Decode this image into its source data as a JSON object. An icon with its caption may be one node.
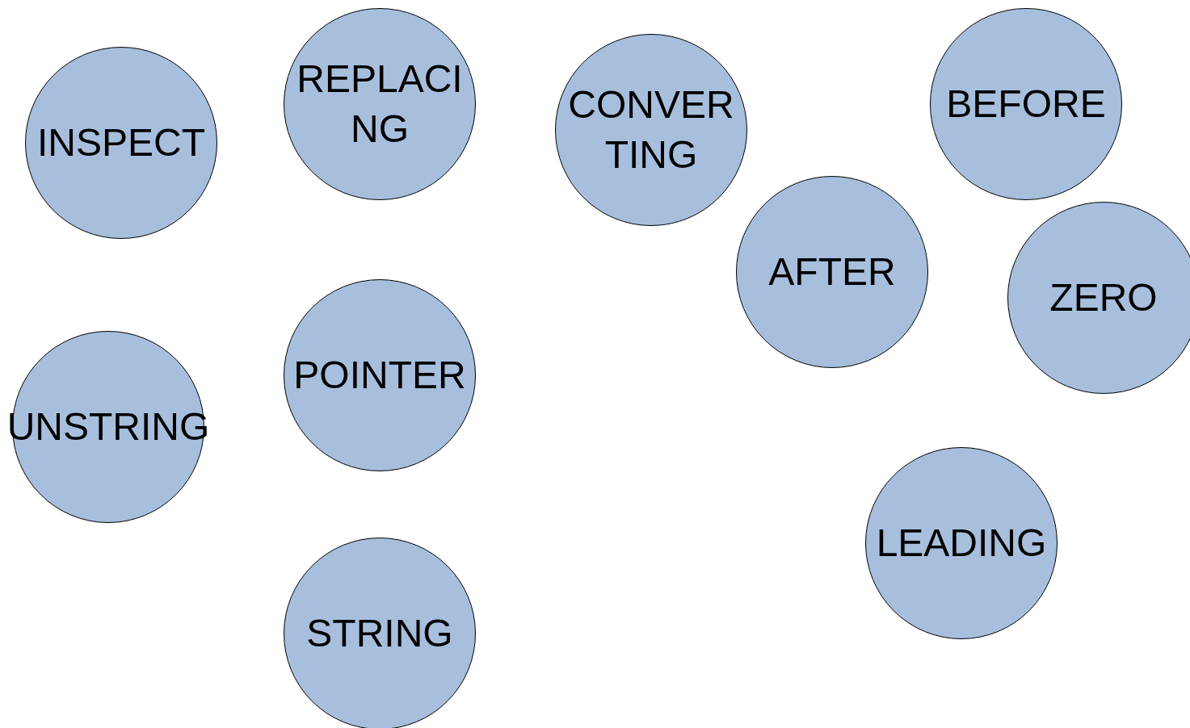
{
  "diagram": {
    "nodes": [
      {
        "text": [
          "INSPECT"
        ]
      },
      {
        "text": [
          "REPLACING"
        ]
      },
      {
        "text": [
          "CONVERTING"
        ]
      },
      {
        "text": [
          "BEFORE"
        ]
      },
      {
        "text": [
          "AFTER"
        ]
      },
      {
        "text": [
          "ZERO"
        ]
      },
      {
        "text": [
          "POINTER"
        ]
      },
      {
        "text": [
          "UNSTRING"
        ]
      },
      {
        "text": [
          "LEADING"
        ]
      },
      {
        "text": [
          "STRING"
        ]
      }
    ]
  }
}
